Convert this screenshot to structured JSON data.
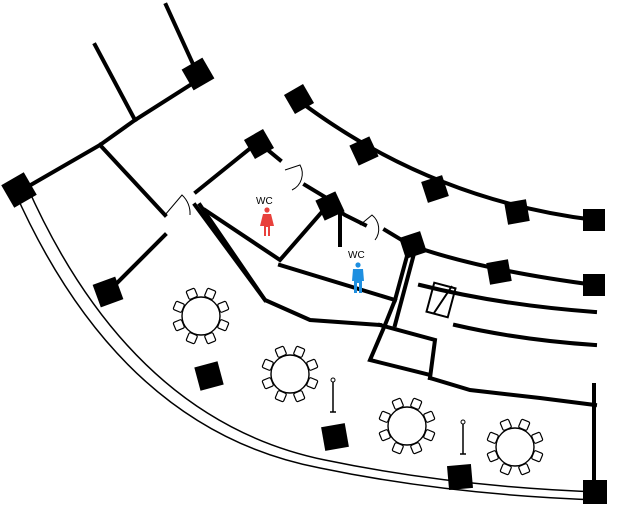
{
  "floorplan": {
    "restrooms": [
      {
        "label": "WC",
        "type": "women",
        "color": "#e8413c"
      },
      {
        "label": "WC",
        "type": "men",
        "color": "#1e8fe0"
      }
    ],
    "round_tables": 4,
    "chairs_per_table": 8,
    "colors": {
      "wall": "#000000",
      "background": "#ffffff"
    }
  }
}
